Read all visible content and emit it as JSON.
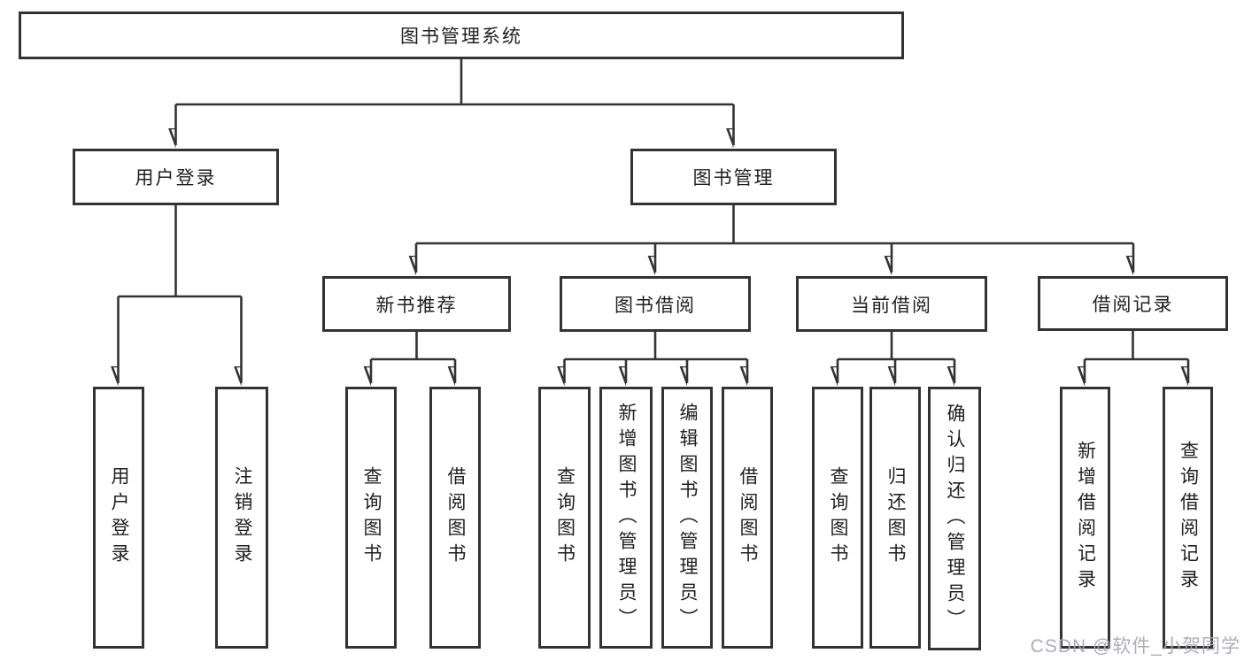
{
  "diagram": {
    "root": {
      "label": "图书管理系统"
    },
    "level2": [
      {
        "label": "用户登录",
        "children": [
          {
            "label": "用户登录"
          },
          {
            "label": "注销登录"
          }
        ]
      },
      {
        "label": "图书管理",
        "children": [
          {
            "label": "新书推荐",
            "children": [
              {
                "label": "查询图书"
              },
              {
                "label": "借阅图书"
              }
            ]
          },
          {
            "label": "图书借阅",
            "children": [
              {
                "label": "查询图书"
              },
              {
                "label": "新增图书（管理员）"
              },
              {
                "label": "编辑图书（管理员）"
              },
              {
                "label": "借阅图书"
              }
            ]
          },
          {
            "label": "当前借阅",
            "children": [
              {
                "label": "查询图书"
              },
              {
                "label": "归还图书"
              },
              {
                "label": "确认归还（管理员）"
              }
            ]
          },
          {
            "label": "借阅记录",
            "children": [
              {
                "label": "新增借阅记录"
              },
              {
                "label": "查询借阅记录"
              }
            ]
          }
        ]
      }
    ]
  },
  "watermark": {
    "text": "CSDN @软件_小贺同学"
  },
  "colors": {
    "line": "#333333",
    "text": "#1f1f1f",
    "background": "#ffffff",
    "watermark": "#a8aab6"
  }
}
